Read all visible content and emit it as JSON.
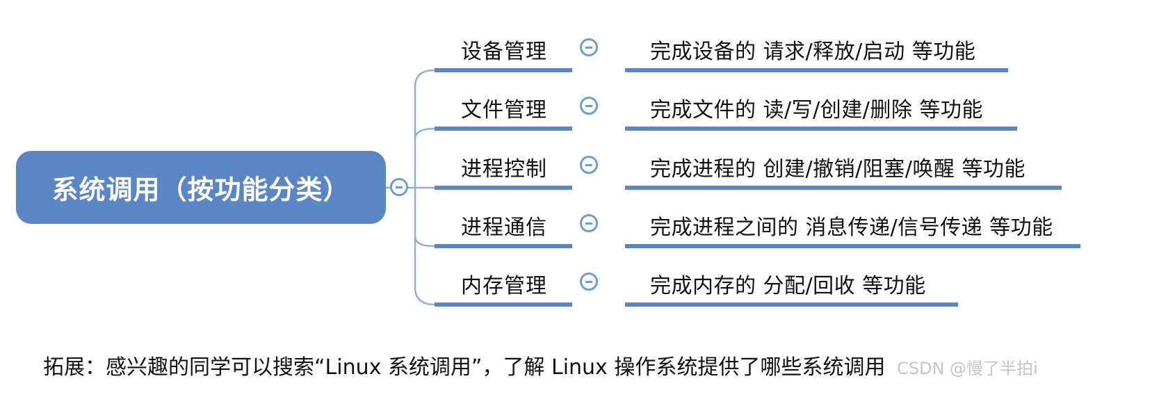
{
  "root": {
    "label": "系统调用（按功能分类）"
  },
  "branches": [
    {
      "name": "设备管理",
      "desc": "完成设备的 请求/释放/启动 等功能"
    },
    {
      "name": "文件管理",
      "desc": "完成文件的 读/写/创建/删除 等功能"
    },
    {
      "name": "进程控制",
      "desc": "完成进程的 创建/撤销/阻塞/唤醒 等功能"
    },
    {
      "name": "进程通信",
      "desc": "完成进程之间的 消息传递/信号传递 等功能"
    },
    {
      "name": "内存管理",
      "desc": "完成内存的 分配/回收 等功能"
    }
  ],
  "footer": {
    "note": "拓展：感兴趣的同学可以搜索“Linux 系统调用”，了解 Linux 操作系统提供了哪些系统调用"
  },
  "watermark": {
    "text": "CSDN @慢了半拍i"
  },
  "colors": {
    "node": "#5b86c5",
    "connector": "#8fb0da",
    "collapse_icon": "#6f9bd3"
  }
}
